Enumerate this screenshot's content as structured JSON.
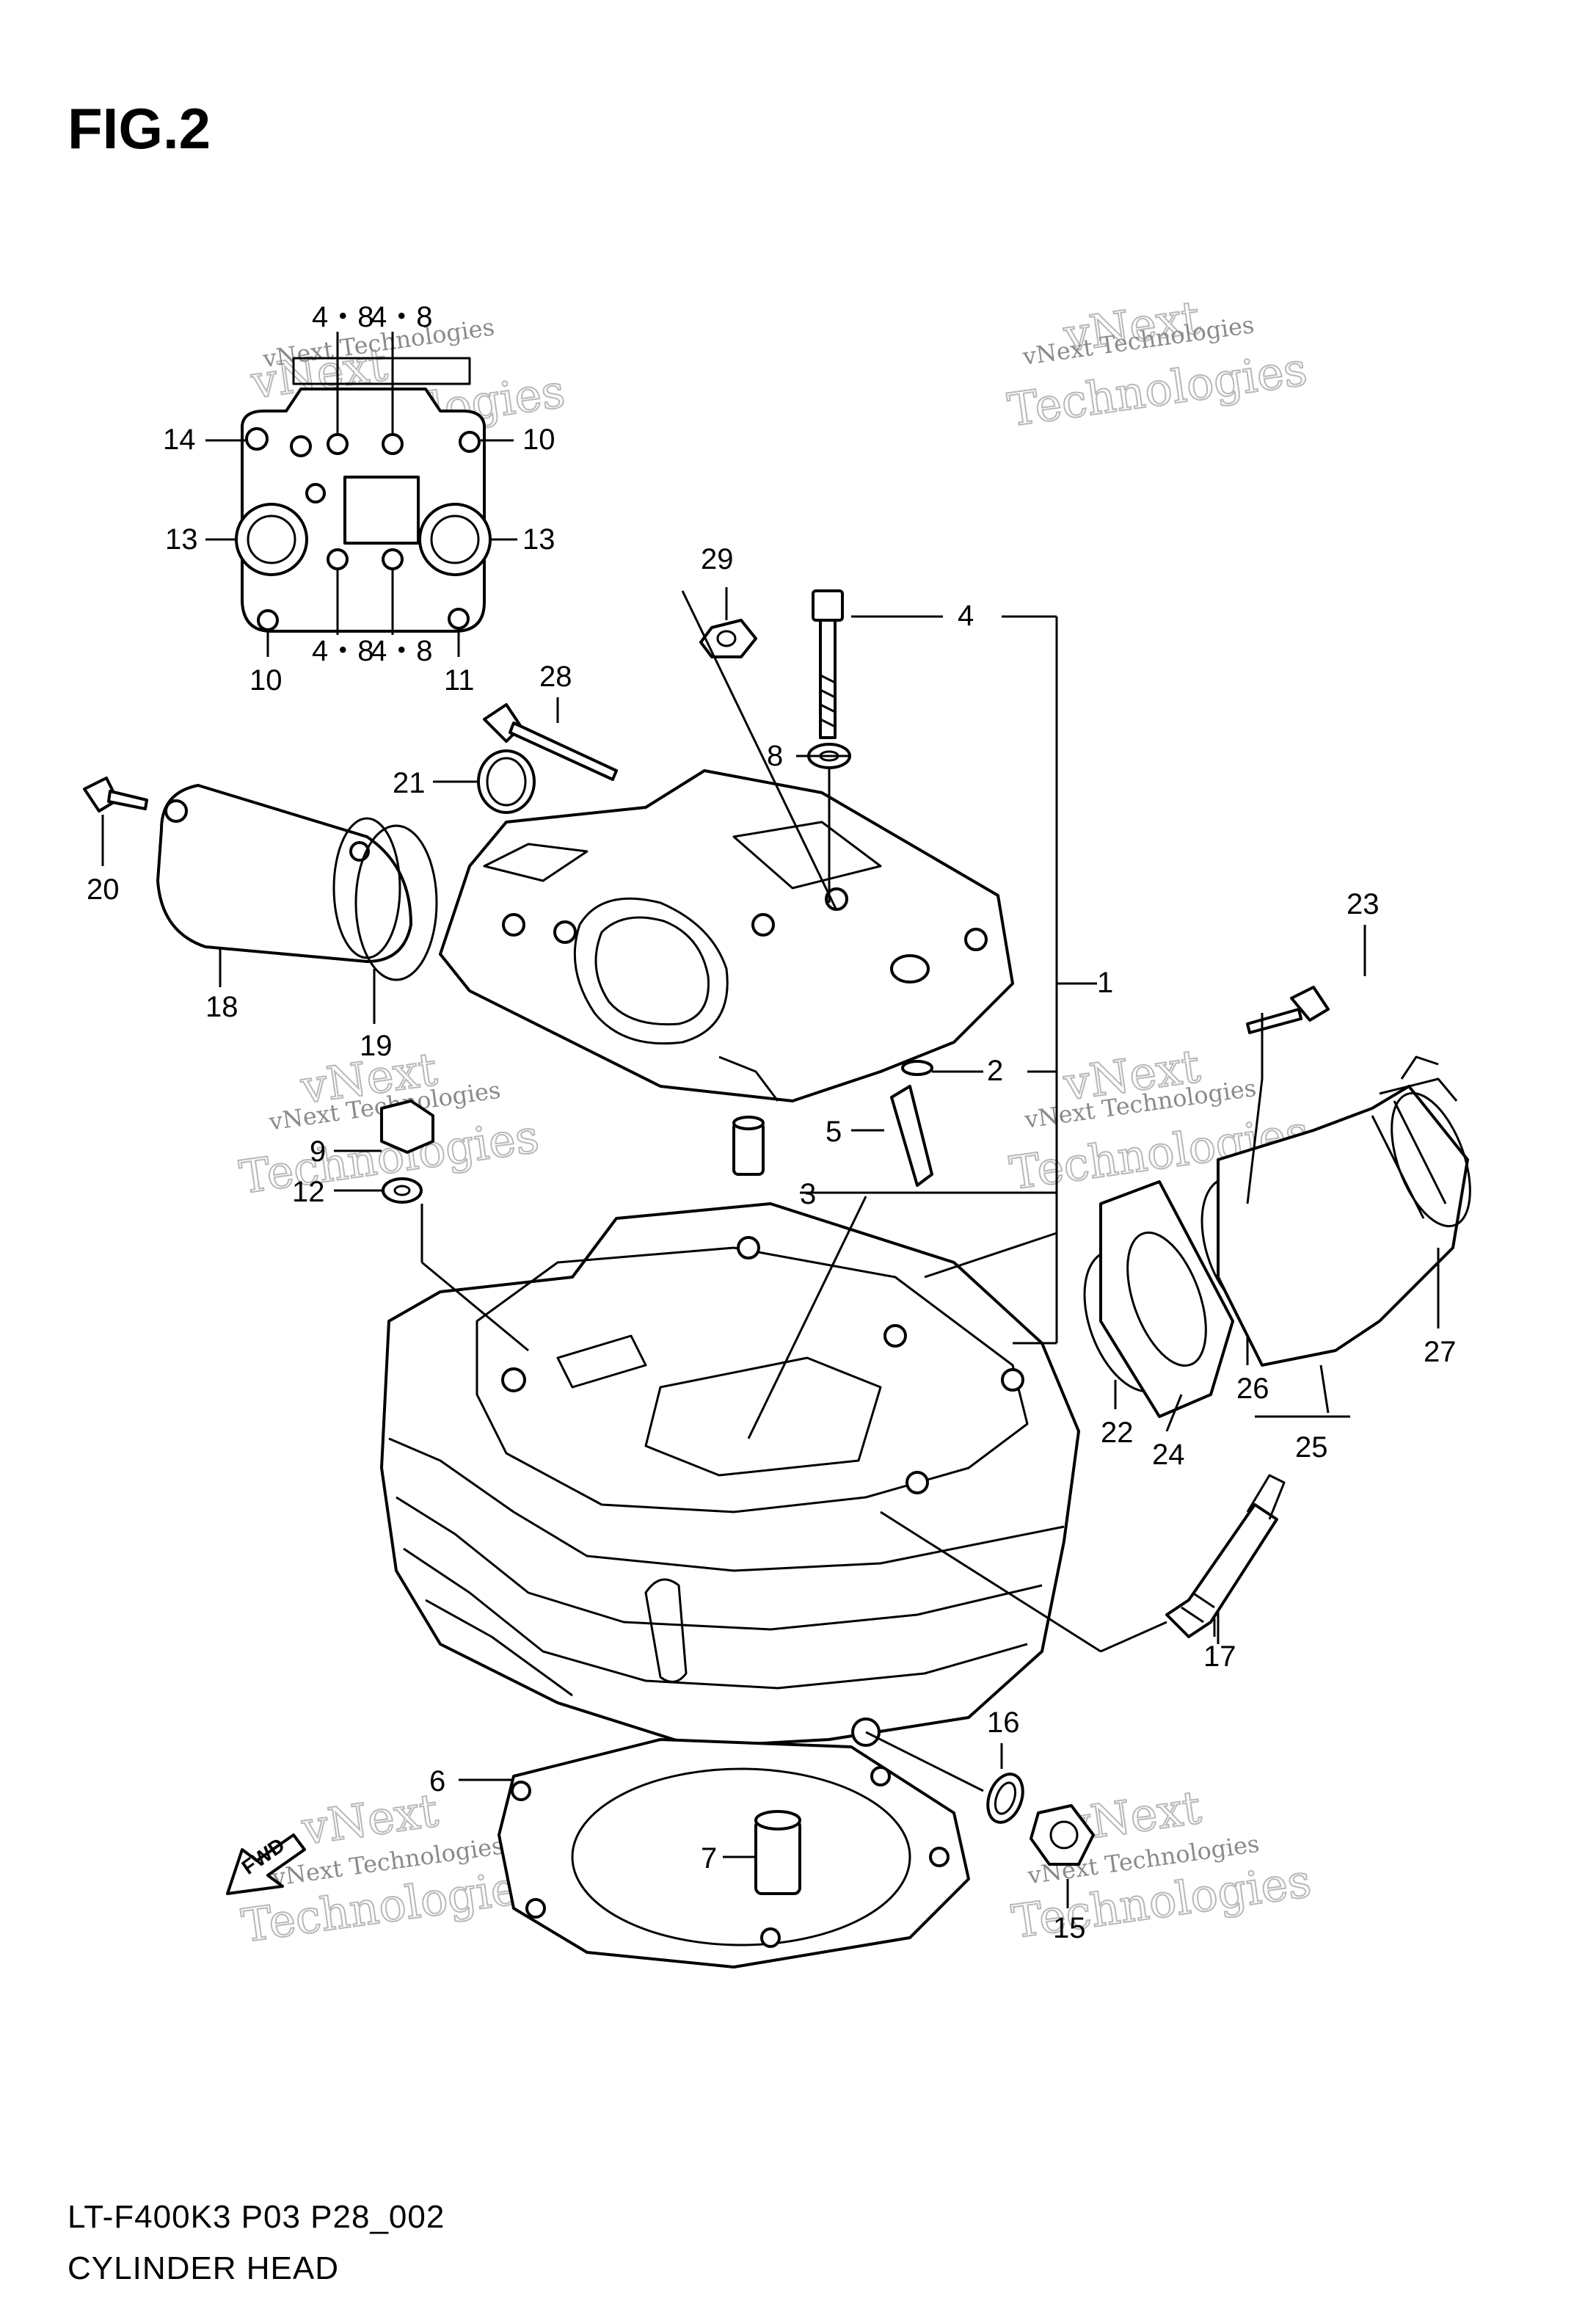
{
  "figure": {
    "title": "FIG.2",
    "model_code": "LT-F400K3 P03 P28_002",
    "section_name": "CYLINDER HEAD"
  },
  "watermark": {
    "line1": "vNext Technologies",
    "line2": "Technologies",
    "line3": "vNext"
  },
  "fwd_label": "FWD",
  "callouts": [
    {
      "id": "c1",
      "label": "1"
    },
    {
      "id": "c2",
      "label": "2"
    },
    {
      "id": "c3",
      "label": "3"
    },
    {
      "id": "c4",
      "label": "4"
    },
    {
      "id": "c5",
      "label": "5"
    },
    {
      "id": "c6",
      "label": "6"
    },
    {
      "id": "c7",
      "label": "7"
    },
    {
      "id": "c8",
      "label": "8"
    },
    {
      "id": "c9",
      "label": "9"
    },
    {
      "id": "c10a",
      "label": "10"
    },
    {
      "id": "c10b",
      "label": "10"
    },
    {
      "id": "c11",
      "label": "11"
    },
    {
      "id": "c12",
      "label": "12"
    },
    {
      "id": "c13a",
      "label": "13"
    },
    {
      "id": "c13b",
      "label": "13"
    },
    {
      "id": "c14",
      "label": "14"
    },
    {
      "id": "c15",
      "label": "15"
    },
    {
      "id": "c16",
      "label": "16"
    },
    {
      "id": "c17",
      "label": "17"
    },
    {
      "id": "c18",
      "label": "18"
    },
    {
      "id": "c19",
      "label": "19"
    },
    {
      "id": "c20",
      "label": "20"
    },
    {
      "id": "c21",
      "label": "21"
    },
    {
      "id": "c22",
      "label": "22"
    },
    {
      "id": "c23",
      "label": "23"
    },
    {
      "id": "c24",
      "label": "24"
    },
    {
      "id": "c25",
      "label": "25"
    },
    {
      "id": "c26",
      "label": "26"
    },
    {
      "id": "c27",
      "label": "27"
    },
    {
      "id": "c28",
      "label": "28"
    },
    {
      "id": "c29",
      "label": "29"
    },
    {
      "id": "c48a",
      "label": "4・8"
    },
    {
      "id": "c48b",
      "label": "4・8"
    },
    {
      "id": "c48c",
      "label": "4・8"
    },
    {
      "id": "c48d",
      "label": "4・8"
    }
  ]
}
